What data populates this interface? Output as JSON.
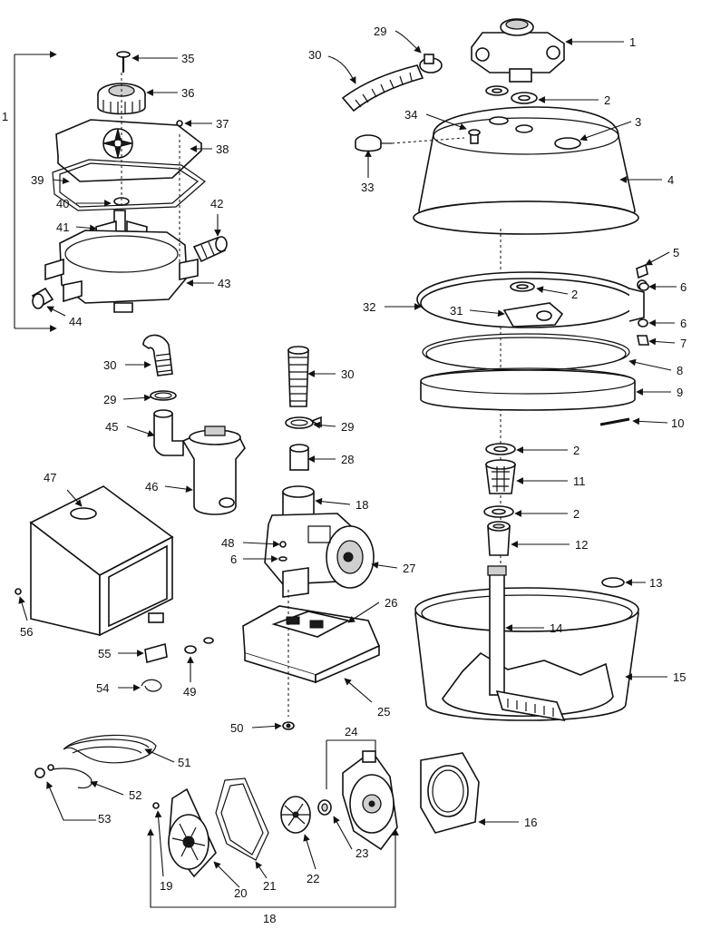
{
  "callouts": [
    {
      "id": "c1",
      "label": "1"
    },
    {
      "id": "c2a",
      "label": "2"
    },
    {
      "id": "c3",
      "label": "3"
    },
    {
      "id": "c4",
      "label": "4"
    },
    {
      "id": "c5",
      "label": "5"
    },
    {
      "id": "c6a",
      "label": "6"
    },
    {
      "id": "c2b",
      "label": "2"
    },
    {
      "id": "c31",
      "label": "31"
    },
    {
      "id": "c32",
      "label": "32"
    },
    {
      "id": "c6b",
      "label": "6"
    },
    {
      "id": "c7",
      "label": "7"
    },
    {
      "id": "c8",
      "label": "8"
    },
    {
      "id": "c9",
      "label": "9"
    },
    {
      "id": "c10",
      "label": "10"
    },
    {
      "id": "c2c",
      "label": "2"
    },
    {
      "id": "c11",
      "label": "11"
    },
    {
      "id": "c2d",
      "label": "2"
    },
    {
      "id": "c12",
      "label": "12"
    },
    {
      "id": "c13",
      "label": "13"
    },
    {
      "id": "c14",
      "label": "14"
    },
    {
      "id": "c15",
      "label": "15"
    },
    {
      "id": "c16",
      "label": "16"
    },
    {
      "id": "c29a",
      "label": "29"
    },
    {
      "id": "c30a",
      "label": "30"
    },
    {
      "id": "c34",
      "label": "34"
    },
    {
      "id": "c33",
      "label": "33"
    },
    {
      "id": "c35",
      "label": "35"
    },
    {
      "id": "c36",
      "label": "36"
    },
    {
      "id": "c37",
      "label": "37"
    },
    {
      "id": "c38",
      "label": "38"
    },
    {
      "id": "c39",
      "label": "39"
    },
    {
      "id": "c40",
      "label": "40"
    },
    {
      "id": "c41",
      "label": "41"
    },
    {
      "id": "c42",
      "label": "42"
    },
    {
      "id": "c43",
      "label": "43"
    },
    {
      "id": "c44",
      "label": "44"
    },
    {
      "id": "c1b",
      "label": "1"
    },
    {
      "id": "c30b",
      "label": "30"
    },
    {
      "id": "c29b",
      "label": "29"
    },
    {
      "id": "c45",
      "label": "45"
    },
    {
      "id": "c46",
      "label": "46"
    },
    {
      "id": "c30c",
      "label": "30"
    },
    {
      "id": "c29c",
      "label": "29"
    },
    {
      "id": "c28",
      "label": "28"
    },
    {
      "id": "c18a",
      "label": "18"
    },
    {
      "id": "c48",
      "label": "48"
    },
    {
      "id": "c6c",
      "label": "6"
    },
    {
      "id": "c27",
      "label": "27"
    },
    {
      "id": "c26",
      "label": "26"
    },
    {
      "id": "c25",
      "label": "25"
    },
    {
      "id": "c47",
      "label": "47"
    },
    {
      "id": "c56",
      "label": "56"
    },
    {
      "id": "c55",
      "label": "55"
    },
    {
      "id": "c49",
      "label": "49"
    },
    {
      "id": "c54",
      "label": "54"
    },
    {
      "id": "c50",
      "label": "50"
    },
    {
      "id": "c51",
      "label": "51"
    },
    {
      "id": "c52",
      "label": "52"
    },
    {
      "id": "c53",
      "label": "53"
    },
    {
      "id": "c24",
      "label": "24"
    },
    {
      "id": "c23",
      "label": "23"
    },
    {
      "id": "c22",
      "label": "22"
    },
    {
      "id": "c21",
      "label": "21"
    },
    {
      "id": "c20",
      "label": "20"
    },
    {
      "id": "c19",
      "label": "19"
    },
    {
      "id": "c18b",
      "label": "18"
    }
  ]
}
